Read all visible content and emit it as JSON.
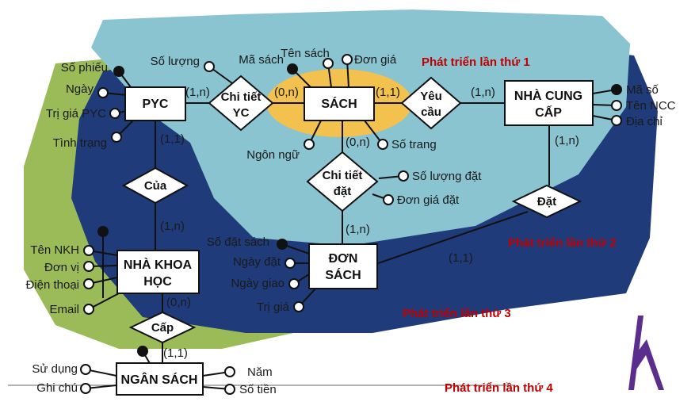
{
  "phases": {
    "p1": "Phát triển lần thứ 1",
    "p2": "Phát triển lần thứ 2",
    "p3": "Phát triển lần thứ 3",
    "p4": "Phát triển lần thứ 4"
  },
  "entities": {
    "pyc": "PYC",
    "sach": "SÁCH",
    "ncc_1": "NHÀ CUNG",
    "ncc_2": "CẤP",
    "dondat_1": "ĐƠN",
    "dondat_2": "SÁCH",
    "nkh_1": "NHÀ KHOA",
    "nkh_2": "HỌC",
    "ngansach": "NGÂN SÁCH"
  },
  "relationships": {
    "chitietyc_1": "Chi tiết",
    "chitietyc_2": "YC",
    "yeucau_1": "Yêu",
    "yeucau_2": "cầu",
    "chitietdat_1": "Chi tiết",
    "chitietdat_2": "đặt",
    "dat": "Đặt",
    "cua": "Của",
    "cap": "Cấp"
  },
  "cardinalities": {
    "pyc_ctyc": "(1,n)",
    "sach_ctyc": "(0,n)",
    "sach_yc": "(1,1)",
    "ncc_yc": "(1,n)",
    "pyc_cua": "(1,1)",
    "nkh_cua": "(1,n)",
    "sach_ctd": "(0,n)",
    "dds_ctd": "(1,n)",
    "ncc_dat": "(1,n)",
    "dds_dat": "(1,1)",
    "nkh_cap": "(0,n)",
    "ns_cap": "(1,1)"
  },
  "attributes": {
    "so_phieu": "Số phiếu",
    "ngay": "Ngày",
    "tri_gia_pyc": "Trị giá PYC",
    "tinh_trang": "Tình trạng",
    "so_luong": "Số lượng",
    "ma_sach": "Mã sách",
    "ten_sach": "Tên sách",
    "don_gia": "Đơn giá",
    "ngon_ngu": "Ngôn ngữ",
    "so_trang": "Số trang",
    "ma_so": "Mã số",
    "ten_ncc": "Tên NCC",
    "dia_chi": "Địa chỉ",
    "so_luong_dat": "Số lượng đặt",
    "don_gia_dat": "Đơn giá đặt",
    "so_dat_sach": "Số đặt sách",
    "ngay_dat": "Ngày đặt",
    "ngay_giao": "Ngày giao",
    "tri_gia": "Trị giá",
    "ten_nkh": "Tên NKH",
    "don_vi": "Đơn vị",
    "dien_thoai": "Điện thoại",
    "email": "Email",
    "su_dung": "Sử dụng",
    "ghi_chu": "Ghi chú",
    "nam": "Năm",
    "so_tien": "Số tiền"
  },
  "colors": {
    "phase1_region": "#89c4d0",
    "phase2_region": "#1f3b7a",
    "phase4_region": "#9bbb59",
    "sach_highlight": "#f2c14e",
    "phase_text": "#c00000",
    "logo": "#5b2d8c"
  }
}
